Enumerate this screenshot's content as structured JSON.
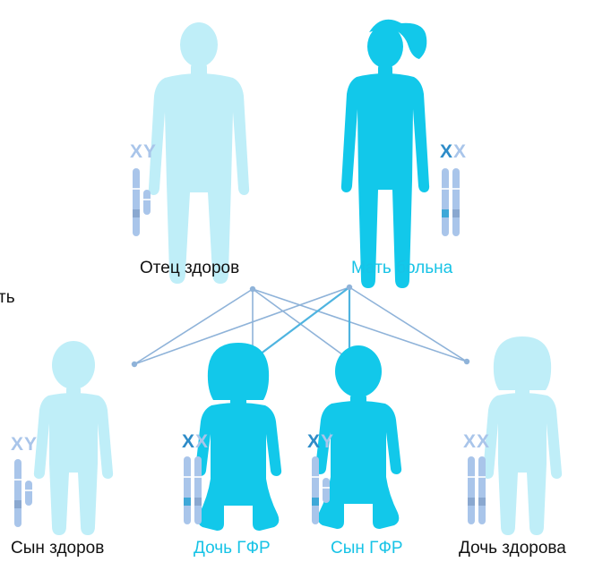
{
  "edge_text": "ть",
  "colors": {
    "healthy_figure": "#bfeef8",
    "affected_figure": "#12c8ea",
    "affected_text": "#17c3e6",
    "normal_chromosome": "#a9c5ea",
    "affected_chromosome": "#3ea8d8",
    "chrom_letter_light": "#a9c5ea",
    "chrom_letter_dark": "#2e8cc8",
    "line": "#8fb3d9",
    "line_affected": "#4fb4e0"
  },
  "parents": [
    {
      "id": "father",
      "label": "Отец здоров",
      "status": "healthy",
      "sex": "male",
      "chromosomes": [
        {
          "letter": "X",
          "affected": false
        },
        {
          "letter": "Y",
          "affected": false
        }
      ]
    },
    {
      "id": "mother",
      "label": "Мать больна",
      "status": "affected",
      "sex": "female",
      "chromosomes": [
        {
          "letter": "X",
          "affected": true
        },
        {
          "letter": "X",
          "affected": false
        }
      ]
    }
  ],
  "children": [
    {
      "id": "son-healthy",
      "label": "Сын здоров",
      "status": "healthy",
      "sex": "male",
      "chromosomes": [
        {
          "letter": "X",
          "affected": false
        },
        {
          "letter": "Y",
          "affected": false
        }
      ]
    },
    {
      "id": "daughter-affected",
      "label": "Дочь ГФР",
      "status": "affected",
      "sex": "female",
      "chromosomes": [
        {
          "letter": "X",
          "affected": true
        },
        {
          "letter": "X",
          "affected": false
        }
      ]
    },
    {
      "id": "son-affected",
      "label": "Сын ГФР",
      "status": "affected",
      "sex": "male",
      "chromosomes": [
        {
          "letter": "X",
          "affected": true
        },
        {
          "letter": "Y",
          "affected": false
        }
      ]
    },
    {
      "id": "daughter-healthy",
      "label": "Дочь здорова",
      "status": "healthy",
      "sex": "female",
      "chromosomes": [
        {
          "letter": "X",
          "affected": false
        },
        {
          "letter": "X",
          "affected": false
        }
      ]
    }
  ],
  "inheritance_links": [
    {
      "from": "father",
      "to": "son-healthy",
      "affected": false
    },
    {
      "from": "father",
      "to": "daughter-affected",
      "affected": false
    },
    {
      "from": "father",
      "to": "son-affected",
      "affected": false
    },
    {
      "from": "father",
      "to": "daughter-healthy",
      "affected": false
    },
    {
      "from": "mother",
      "to": "son-healthy",
      "affected": false
    },
    {
      "from": "mother",
      "to": "daughter-affected",
      "affected": true
    },
    {
      "from": "mother",
      "to": "son-affected",
      "affected": true
    },
    {
      "from": "mother",
      "to": "daughter-healthy",
      "affected": false
    }
  ]
}
